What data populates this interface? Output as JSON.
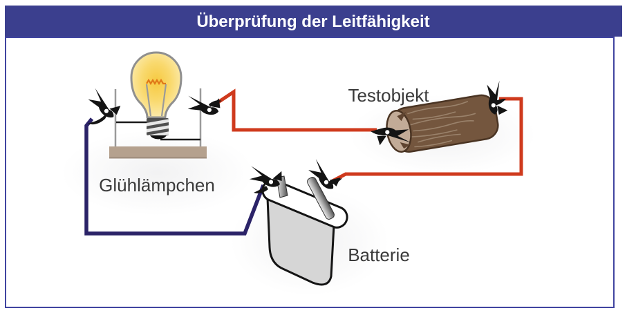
{
  "title": "Überprüfung der Leitfähigkeit",
  "components": {
    "bulb": {
      "label": "Glühlämpchen"
    },
    "test_object": {
      "label": "Testobjekt"
    },
    "battery": {
      "label": "Batterie"
    }
  },
  "wires": {
    "positive_color_name": "red",
    "negative_color_name": "dark-blue"
  },
  "colors": {
    "header_background": "#3b3f8e",
    "header_text": "#ffffff",
    "frame_border": "#4044a0",
    "wire_red": "#cf3a1d",
    "wire_blue": "#2b2368",
    "wire_black": "#1a1a1a",
    "bulb_glow_core": "#f6c940",
    "bulb_glow_edge": "#fdf1c4",
    "log_brown": "#74563e",
    "log_face_tan": "#c2ab97",
    "platform_tan": "#b5a18e",
    "battery_gray": "#d6d6d6",
    "label_text": "#3a3a3a"
  }
}
